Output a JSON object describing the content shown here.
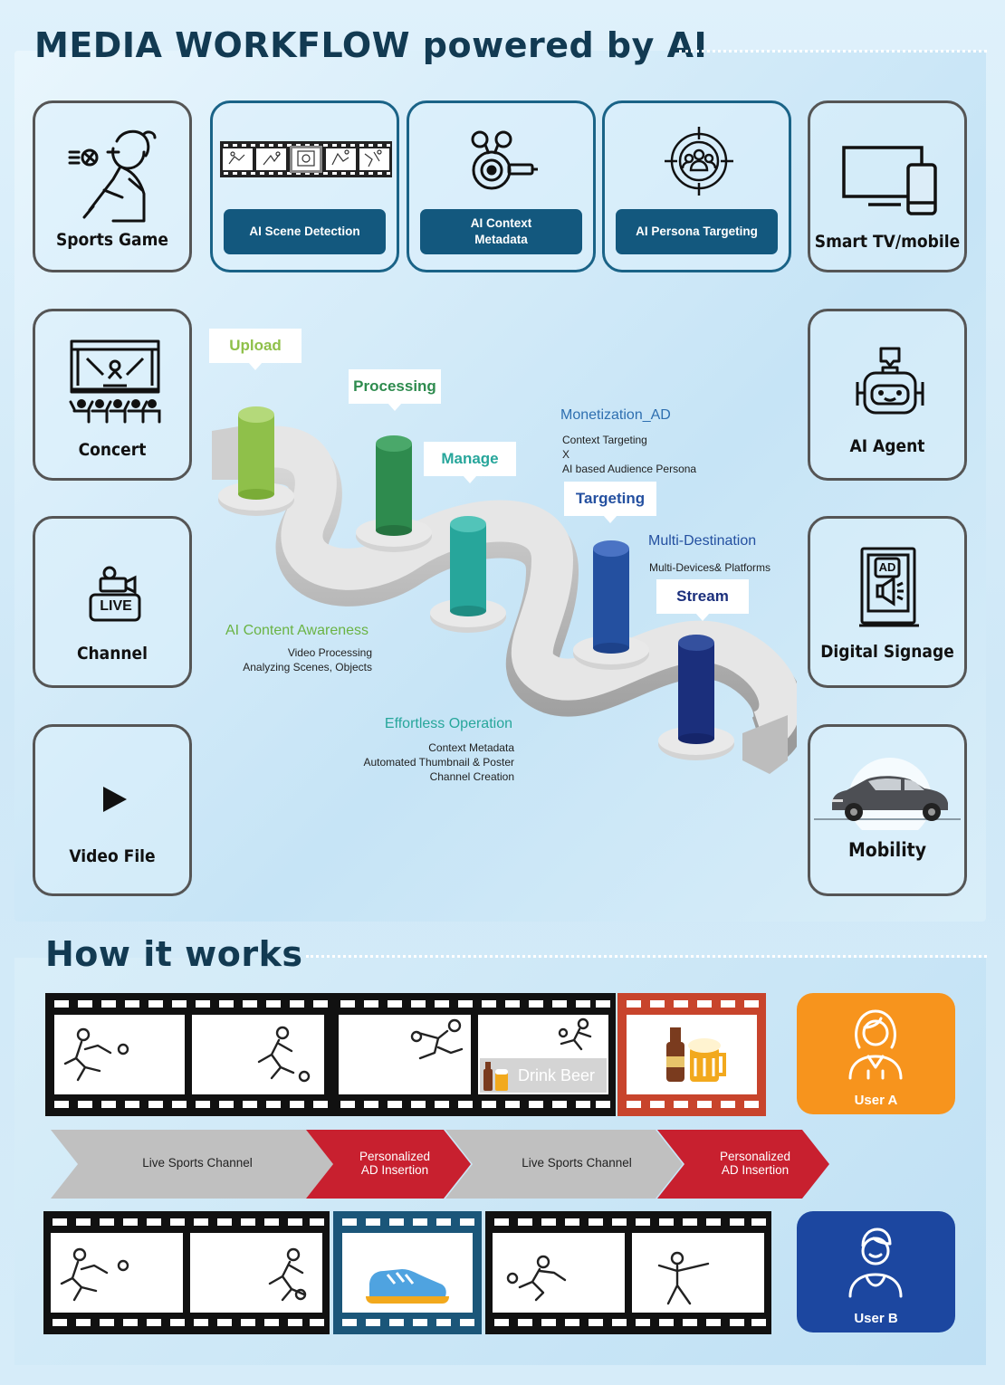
{
  "title": "MEDIA WORKFLOW powered by AI",
  "sources": {
    "sports_game": "Sports Game",
    "concert": "Concert",
    "channel": "Channel",
    "video_file": "Video File",
    "live_badge": "LIVE"
  },
  "ai_steps": {
    "scene_detection": "AI Scene Detection",
    "context_metadata_1": "AI Context",
    "context_metadata_2": "Metadata",
    "persona_targeting": "AI Persona Targeting"
  },
  "destinations": {
    "smart_tv": "Smart TV/mobile",
    "ai_agent": "AI Agent",
    "digital_signage": "Digital Signage",
    "mobility": "Mobility",
    "ad_badge": "AD"
  },
  "pipeline": {
    "upload": "Upload",
    "processing": "Processing",
    "manage": "Manage",
    "targeting": "Targeting",
    "stream": "Stream"
  },
  "annotations": {
    "monetization_title": "Monetization_AD",
    "monetization_l1": "Context Targeting",
    "monetization_l2": "X",
    "monetization_l3": "AI based Audience Persona",
    "multidest_title": "Multi-Destination",
    "multidest_l1": "Multi-Devices& Platforms",
    "awareness_title": "AI Content Awareness",
    "awareness_l1": "Video Processing",
    "awareness_l2": "Analyzing Scenes, Objects",
    "operation_title": "Effortless Operation",
    "operation_l1": "Context Metadata",
    "operation_l2": "Automated Thumbnail & Poster",
    "operation_l3": "Channel Creation"
  },
  "how": {
    "title": "How it works",
    "drink_beer": "Drink Beer",
    "chevrons": {
      "c1": "Live Sports Channel",
      "c2_1": "Personalized",
      "c2_2": "AD Insertion",
      "c3": "Live Sports Channel",
      "c4_1": "Personalized",
      "c4_2": "AD Insertion"
    },
    "user_a": "User A",
    "user_b": "User B"
  },
  "colors": {
    "title": "#123a52",
    "ai_button": "#13587e",
    "upload": "#8fc04a",
    "processing": "#2e8b4e",
    "manage": "#27a69b",
    "targeting": "#2450a0",
    "stream": "#1b2f7c",
    "ad_red": "#c8202f",
    "user_a": "#f7941d",
    "user_b": "#1c47a0"
  },
  "icons": [
    "baseball-batter-icon",
    "film-strip-icon",
    "target-ring-icon",
    "persona-target-icon",
    "tv-mobile-icon",
    "stage-concert-icon",
    "robot-icon",
    "live-camera-icon",
    "ad-signage-icon",
    "play-icon",
    "car-icon",
    "soccer-player-icon",
    "beer-icon",
    "sneaker-icon",
    "woman-icon",
    "man-icon"
  ]
}
